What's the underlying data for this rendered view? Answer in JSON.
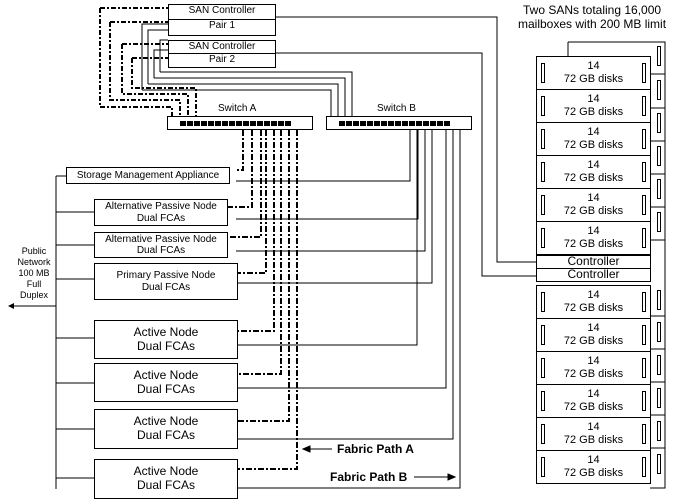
{
  "title": "Two SANs totaling 16,000 mailboxes with 200 MB limit",
  "title_lines": [
    "Two SANs totaling 16,000",
    "mailboxes with 200 MB limit"
  ],
  "san_controllers": [
    {
      "line1": "SAN Controller",
      "line2": "Pair 1"
    },
    {
      "line1": "SAN Controller",
      "line2": "Pair 2"
    }
  ],
  "switches": {
    "a": "Switch A",
    "b": "Switch B"
  },
  "storage_management": "Storage Management Appliance",
  "nodes": [
    {
      "line1": "Alternative Passive Node",
      "line2": "Dual FCAs"
    },
    {
      "line1": "Alternative Passive Node",
      "line2": "Dual FCAs"
    },
    {
      "line1": "Primary Passive Node",
      "line2": "Dual FCAs"
    },
    {
      "line1": "Active Node",
      "line2": "Dual FCAs"
    },
    {
      "line1": "Active Node",
      "line2": "Dual FCAs"
    },
    {
      "line1": "Active Node",
      "line2": "Dual FCAs"
    },
    {
      "line1": "Active Node",
      "line2": "Dual FCAs"
    }
  ],
  "public_network": [
    "Public",
    "Network",
    "100 MB",
    "Full",
    "Duplex"
  ],
  "disk_shelves_top": [
    {
      "count": "14",
      "label": "72 GB disks"
    },
    {
      "count": "14",
      "label": "72 GB disks"
    },
    {
      "count": "14",
      "label": "72 GB disks"
    },
    {
      "count": "14",
      "label": "72 GB disks"
    },
    {
      "count": "14",
      "label": "72 GB disks"
    },
    {
      "count": "14",
      "label": "72 GB disks"
    }
  ],
  "controllers": [
    "Controller",
    "Controller"
  ],
  "disk_shelves_bottom": [
    {
      "count": "14",
      "label": "72 GB disks"
    },
    {
      "count": "14",
      "label": "72 GB disks"
    },
    {
      "count": "14",
      "label": "72 GB disks"
    },
    {
      "count": "14",
      "label": "72 GB disks"
    },
    {
      "count": "14",
      "label": "72 GB disks"
    },
    {
      "count": "14",
      "label": "72 GB disks"
    }
  ],
  "fabric_paths": {
    "a": "Fabric Path A",
    "b": "Fabric Path B"
  },
  "port_counts": {
    "switch_a": 16,
    "switch_b": 16
  }
}
